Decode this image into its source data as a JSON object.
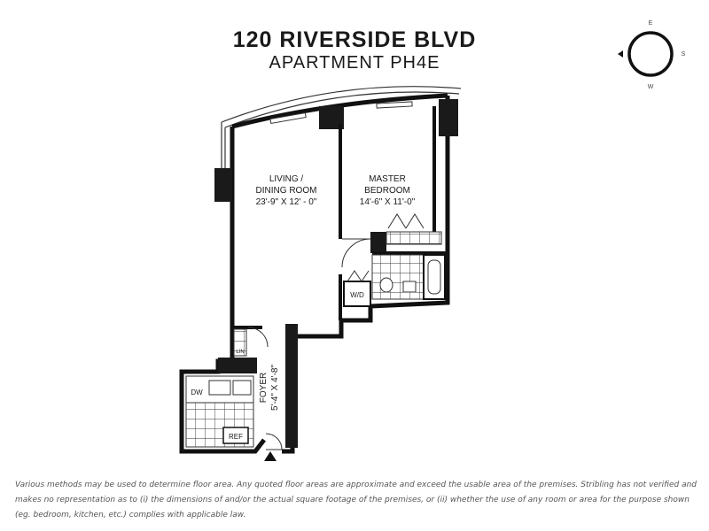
{
  "header": {
    "title": "120 RIVERSIDE BLVD",
    "subtitle": "APARTMENT PH4E"
  },
  "compass": {
    "e": "E",
    "s": "S",
    "w": "W"
  },
  "rooms": {
    "living": {
      "line1": "LIVING /",
      "line2": "DINING ROOM",
      "dims": "23'-9\" X 12' - 0\""
    },
    "bedroom": {
      "line1": "MASTER",
      "line2": "BEDROOM",
      "dims": "14'-6\" X 11'-0\""
    },
    "foyer": {
      "name": "FOYER",
      "dims": "5'-4\" X 4'-8\""
    }
  },
  "fixtures": {
    "wd": "W/D",
    "lin": "LIN",
    "dw": "DW",
    "ref": "REF"
  },
  "disclaimer": "Various methods may be used to determine floor area. Any quoted floor areas are approximate and exceed the usable area of the premises. Stribling has not verified and makes no representation as to (i) the dimensions of and/or the actual square footage of the premises, or (ii) whether the use of any room or area for the purpose shown (eg. bedroom, kitchen, etc.) complies with applicable law."
}
